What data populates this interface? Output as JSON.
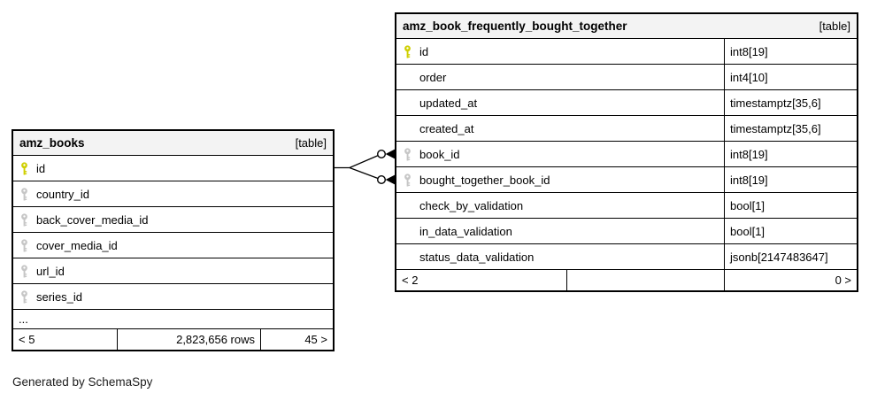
{
  "diagram": {
    "generator_note": "Generated by SchemaSpy",
    "tables": [
      {
        "name": "amz_books",
        "badge": "[table]",
        "columns": [
          {
            "name": "id",
            "key": "primary"
          },
          {
            "name": "country_id",
            "key": "index"
          },
          {
            "name": "back_cover_media_id",
            "key": "index"
          },
          {
            "name": "cover_media_id",
            "key": "index"
          },
          {
            "name": "url_id",
            "key": "index"
          },
          {
            "name": "series_id",
            "key": "index"
          }
        ],
        "ellipsis": "...",
        "footer": {
          "left": "< 5",
          "center": "2,823,656 rows",
          "right": "45 >"
        }
      },
      {
        "name": "amz_book_frequently_bought_together",
        "badge": "[table]",
        "columns": [
          {
            "name": "id",
            "type": "int8[19]",
            "key": "primary"
          },
          {
            "name": "order",
            "type": "int4[10]",
            "key": ""
          },
          {
            "name": "updated_at",
            "type": "timestamptz[35,6]",
            "key": ""
          },
          {
            "name": "created_at",
            "type": "timestamptz[35,6]",
            "key": ""
          },
          {
            "name": "book_id",
            "type": "int8[19]",
            "key": "index"
          },
          {
            "name": "bought_together_book_id",
            "type": "int8[19]",
            "key": "index"
          },
          {
            "name": "check_by_validation",
            "type": "bool[1]",
            "key": ""
          },
          {
            "name": "in_data_validation",
            "type": "bool[1]",
            "key": ""
          },
          {
            "name": "status_data_validation",
            "type": "jsonb[2147483647]",
            "key": ""
          }
        ],
        "footer": {
          "left": "< 2",
          "center": "",
          "right": "0 >"
        }
      }
    ],
    "relationships": [
      {
        "from": "amz_books.id",
        "to": "amz_book_frequently_bought_together.book_id"
      },
      {
        "from": "amz_books.id",
        "to": "amz_book_frequently_bought_together.bought_together_book_id"
      }
    ],
    "colors": {
      "primary_key": "#cfcf00",
      "foreign_key": "#c6c6c6",
      "header_bg": "#f3f3f3",
      "border": "#000000"
    }
  }
}
